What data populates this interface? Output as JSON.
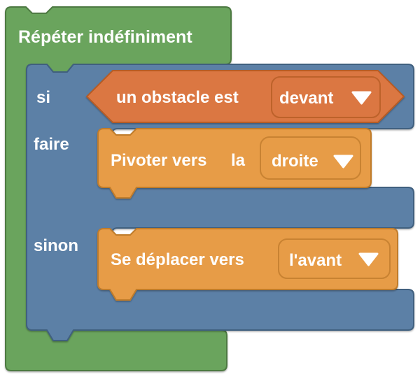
{
  "colors": {
    "green_fill": "#6BA45D",
    "green_border": "#4E7A42",
    "blue_fill": "#5C80A6",
    "blue_border": "#40607F",
    "orange_fill": "#E79C46",
    "orange_border": "#C07C2C",
    "hex_fill": "#DB7743",
    "hex_border": "#B55C26",
    "label_text": "#FFFFFF"
  },
  "icons": {
    "dropdown_arrow": "▼"
  },
  "workspace": {
    "forever_block": {
      "label": "Répéter indéfiniment"
    },
    "if_else_block": {
      "if_label": "si",
      "do_label": "faire",
      "else_label": "sinon",
      "condition_block": {
        "label": "un obstacle est",
        "dropdown": {
          "value": "devant"
        }
      },
      "do_block": {
        "label": "Pivoter vers",
        "label2": "la",
        "dropdown": {
          "value": "droite"
        }
      },
      "else_block": {
        "label": "Se déplacer vers",
        "dropdown": {
          "value": "l'avant"
        }
      }
    }
  }
}
